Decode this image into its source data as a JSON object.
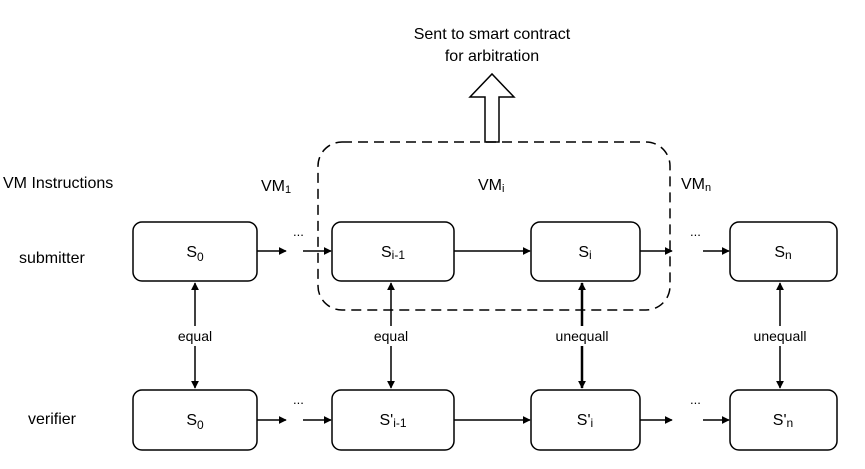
{
  "title": {
    "line1": "Sent to smart contract",
    "line2": "for arbitration"
  },
  "row_labels": {
    "instructions": "VM Instructions",
    "submitter": "submitter",
    "verifier": "verifier"
  },
  "vm_labels": {
    "vm1": {
      "base": "VM",
      "sub": "1"
    },
    "vmi": {
      "base": "VM",
      "sub": "i"
    },
    "vmn": {
      "base": "VM",
      "sub": "n"
    }
  },
  "submitter_states": [
    {
      "base": "S",
      "sub": "0"
    },
    {
      "base": "S",
      "sub": "i-1"
    },
    {
      "base": "S",
      "sub": "i"
    },
    {
      "base": "S",
      "sub": "n"
    }
  ],
  "verifier_states": [
    {
      "base": "S",
      "sub": "0"
    },
    {
      "base": "S'",
      "sub": "i-1"
    },
    {
      "base": "S'",
      "sub": "i"
    },
    {
      "base": "S'",
      "sub": "n"
    }
  ],
  "comparisons": [
    "equal",
    "equal",
    "unequall",
    "unequall"
  ],
  "ellipsis": "..."
}
